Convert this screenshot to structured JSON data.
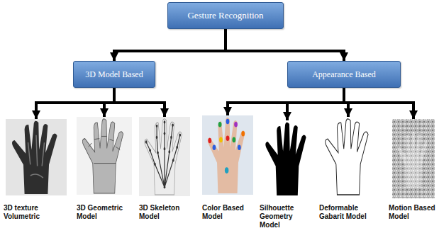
{
  "diagram": {
    "nodes": [
      {
        "text": [
          "Gesture Recognition"
        ]
      },
      {
        "text": [
          "3D Model Based"
        ]
      },
      {
        "text": [
          "Appearance Based"
        ]
      },
      {
        "text": [
          "3D texture Volumetric"
        ]
      },
      {
        "text": [
          "3D Geometric Model"
        ]
      },
      {
        "text": [
          "3D Skeleton Model"
        ]
      },
      {
        "text": [
          "Color Based Model"
        ]
      },
      {
        "text": [
          "Silhouette Geometry Model"
        ]
      },
      {
        "text": [
          "Deformable Gabarit Model"
        ]
      },
      {
        "text": [
          "Motion Based Model"
        ]
      }
    ],
    "edges": [
      {
        "from": 0,
        "to": 1,
        "arrow": "to"
      },
      {
        "from": 0,
        "to": 2,
        "arrow": "to"
      },
      {
        "from": 1,
        "to": 3,
        "arrow": "to"
      },
      {
        "from": 1,
        "to": 4,
        "arrow": "to"
      },
      {
        "from": 1,
        "to": 5,
        "arrow": "to"
      },
      {
        "from": 2,
        "to": 6,
        "arrow": "to"
      },
      {
        "from": 2,
        "to": 7,
        "arrow": "to"
      },
      {
        "from": 2,
        "to": 8,
        "arrow": "to"
      },
      {
        "from": 2,
        "to": 9,
        "arrow": "to"
      }
    ]
  }
}
